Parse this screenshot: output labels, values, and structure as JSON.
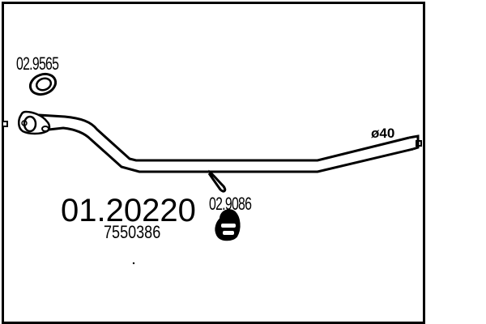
{
  "diagram": {
    "type": "exhaust front pipe parts diagram",
    "main_part_number": "01.20220",
    "oem_number": "7550386",
    "parts": [
      {
        "id": "gasket",
        "number": "02.9565",
        "description": "ring gasket"
      },
      {
        "id": "clamp",
        "number": "02.9086",
        "description": "rubber mounting hanger"
      }
    ],
    "pipe": {
      "diameter_label": "ø40"
    },
    "colors": {
      "line": "#000000",
      "background": "#ffffff"
    }
  }
}
